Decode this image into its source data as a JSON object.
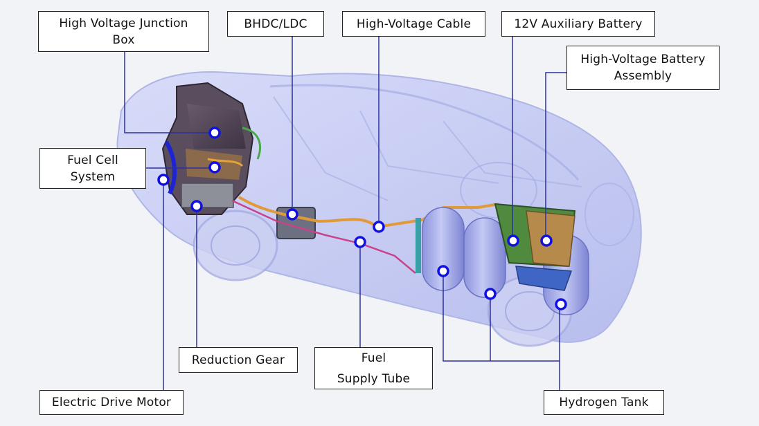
{
  "colors": {
    "background": "#f2f3f7",
    "body_glass": "#b9bff0",
    "leader_line": "#2a2fa0",
    "marker_ring": "#1010e0",
    "hv_cable": "#e09a3a",
    "hydrogen_tank": "#a7aee8"
  },
  "labels": {
    "hv_junction_box": {
      "line1": "High Voltage Junction",
      "line2": "Box"
    },
    "bhdc_ldc": {
      "line1": "BHDC/LDC"
    },
    "hv_cable": {
      "line1": "High-Voltage Cable"
    },
    "aux_battery": {
      "line1": "12V Auxiliary Battery"
    },
    "hv_battery": {
      "line1": "High-Voltage Battery",
      "line2": "Assembly"
    },
    "fuel_cell": {
      "line1": "Fuel Cell",
      "line2": "System"
    },
    "reduction_gear": {
      "line1": "Reduction Gear"
    },
    "fuel_supply_tube": {
      "line1": "Fuel",
      "line2": "Supply Tube"
    },
    "drive_motor": {
      "line1": "Electric Drive Motor"
    },
    "hydrogen_tank": {
      "line1": "Hydrogen Tank"
    }
  }
}
